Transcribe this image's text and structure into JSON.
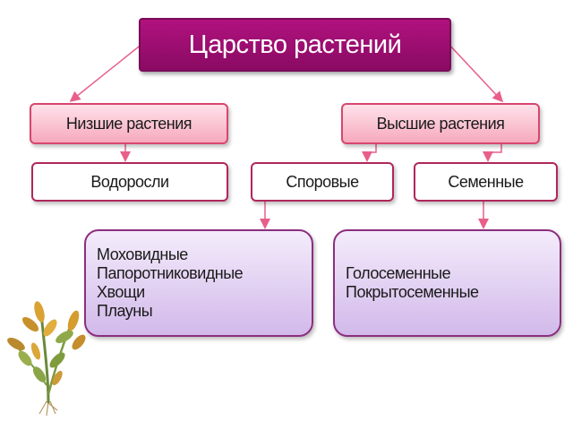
{
  "root": {
    "label": "Царство растений"
  },
  "lower": {
    "label": "Низшие растения",
    "child": "Водоросли"
  },
  "higher": {
    "label": "Высшие растения",
    "spore": {
      "label": "Споровые",
      "items": [
        "Моховидные",
        "Папоротниковидные",
        "Хвощи",
        "Плауны"
      ]
    },
    "seed": {
      "label": "Семенные",
      "items": [
        "Голосеменные",
        "Покрытосеменные"
      ]
    }
  },
  "colors": {
    "root_fill": "#9c0e70",
    "level1_fill": "#f8bccb",
    "level1_border": "#d8466e",
    "connector": "#e8608a",
    "list_fill": "#dcc8ee",
    "list_border": "#8b2f7f"
  },
  "icons": {
    "illustration": "plant-illustration"
  }
}
